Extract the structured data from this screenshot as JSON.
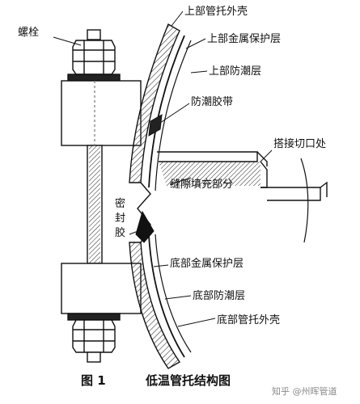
{
  "labels": {
    "bolt": "螺栓",
    "upper_outer_shell": "上部管托外壳",
    "upper_metal_layer": "上部金属保护层",
    "upper_moisture_layer": "上部防潮层",
    "moisture_tape": "防潮胶带",
    "lap_cut": "搭接切口处",
    "gap_fill": "缝隙填充部分",
    "sealant": [
      "密",
      "封",
      "胶"
    ],
    "bottom_metal_layer": "底部金属保护层",
    "bottom_moisture_layer": "底部防潮层",
    "bottom_outer_shell": "底部管托外壳"
  },
  "caption": {
    "figure_no": "图 1",
    "title": "低温管托结构图"
  },
  "watermark": "知乎 @州晖管道",
  "colors": {
    "line": "#111111",
    "hatch": "#333333",
    "background": "#ffffff"
  }
}
